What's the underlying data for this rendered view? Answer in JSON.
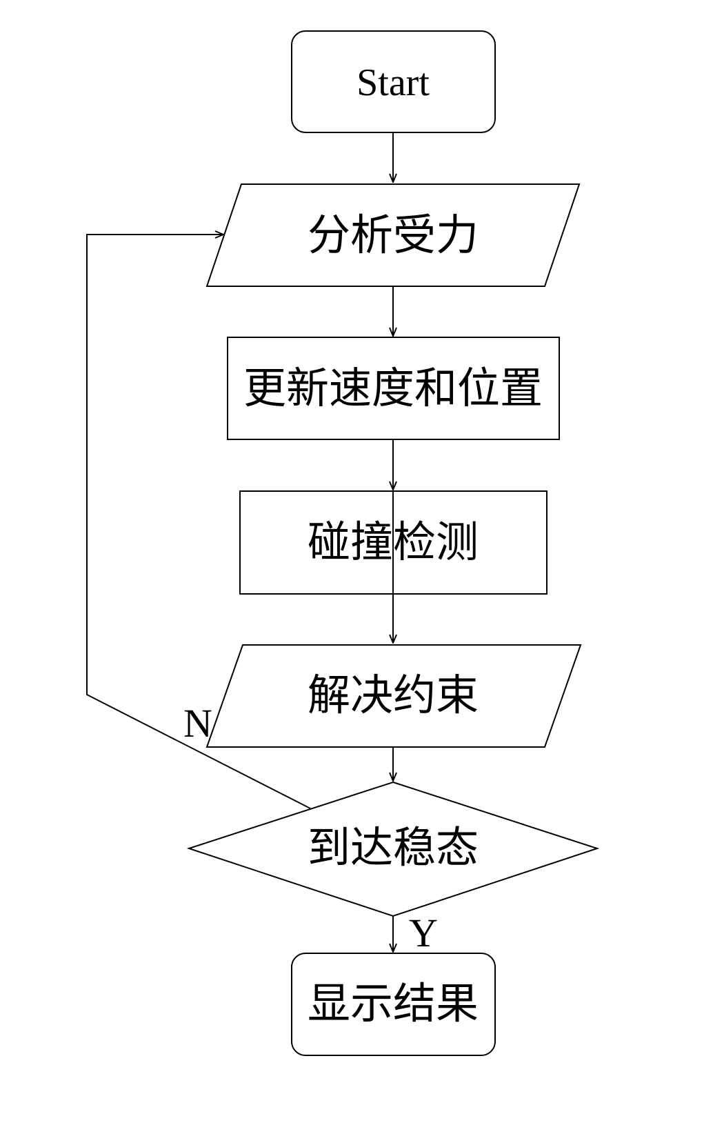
{
  "diagram": {
    "nodes": {
      "start": {
        "label": "Start",
        "shape": "rounded-rect"
      },
      "analyze_force": {
        "label": "分析受力",
        "shape": "parallelogram"
      },
      "update": {
        "label": "更新速度和位置",
        "shape": "rect"
      },
      "collision": {
        "label": "碰撞检测",
        "shape": "rect"
      },
      "constraints": {
        "label": "解决约束",
        "shape": "parallelogram"
      },
      "steady": {
        "label": "到达稳态",
        "shape": "diamond"
      },
      "result": {
        "label": "显示结果",
        "shape": "rounded-rect"
      }
    },
    "edges": {
      "no_label": "N",
      "yes_label": "Y"
    },
    "colors": {
      "stroke": "#000000",
      "fill": "#ffffff",
      "background": "#ffffff"
    }
  }
}
